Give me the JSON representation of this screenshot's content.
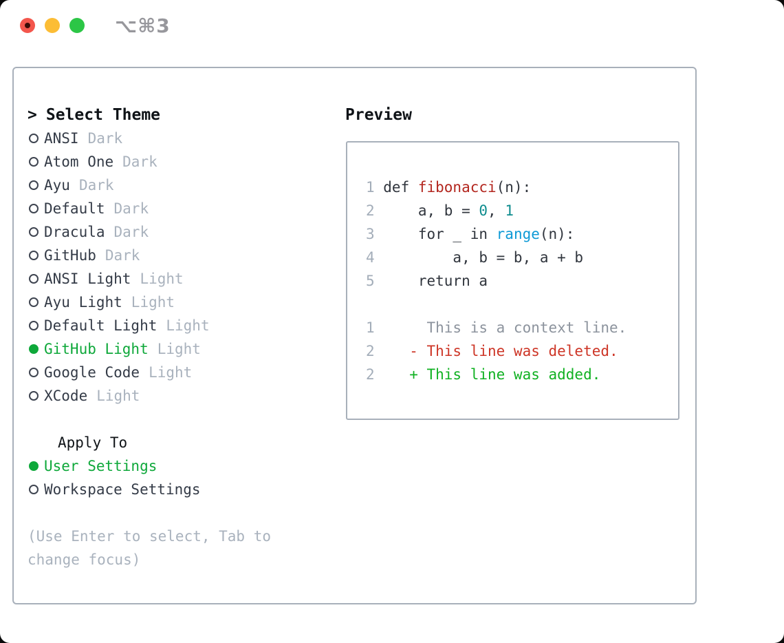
{
  "window": {
    "title_shortcut": "⌥⌘3"
  },
  "theme_panel": {
    "heading_prefix": ">",
    "heading_label": "Select Theme",
    "themes": [
      {
        "name": "ANSI",
        "variant": "Dark",
        "selected": false
      },
      {
        "name": "Atom One",
        "variant": "Dark",
        "selected": false
      },
      {
        "name": "Ayu",
        "variant": "Dark",
        "selected": false
      },
      {
        "name": "Default",
        "variant": "Dark",
        "selected": false
      },
      {
        "name": "Dracula",
        "variant": "Dark",
        "selected": false
      },
      {
        "name": "GitHub",
        "variant": "Dark",
        "selected": false
      },
      {
        "name": "ANSI Light",
        "variant": "Light",
        "selected": false
      },
      {
        "name": "Ayu Light",
        "variant": "Light",
        "selected": false
      },
      {
        "name": "Default Light",
        "variant": "Light",
        "selected": false
      },
      {
        "name": "GitHub Light",
        "variant": "Light",
        "selected": true
      },
      {
        "name": "Google Code",
        "variant": "Light",
        "selected": false
      },
      {
        "name": "XCode",
        "variant": "Light",
        "selected": false
      }
    ],
    "apply_to": {
      "label": "Apply To",
      "options": [
        {
          "name": "User Settings",
          "selected": true
        },
        {
          "name": "Workspace Settings",
          "selected": false
        }
      ]
    },
    "hint": "(Use Enter to select, Tab to change focus)"
  },
  "preview": {
    "label": "Preview",
    "lines": [
      {
        "gutter": "1",
        "tokens": [
          {
            "text": "def ",
            "style": "code"
          },
          {
            "text": "fibonacci",
            "style": "function"
          },
          {
            "text": "(n):",
            "style": "code"
          }
        ]
      },
      {
        "gutter": "2",
        "tokens": [
          {
            "text": "    a, b = ",
            "style": "code"
          },
          {
            "text": "0",
            "style": "number"
          },
          {
            "text": ", ",
            "style": "code"
          },
          {
            "text": "1",
            "style": "number"
          }
        ]
      },
      {
        "gutter": "3",
        "tokens": [
          {
            "text": "    for _ in ",
            "style": "code"
          },
          {
            "text": "range",
            "style": "builtin"
          },
          {
            "text": "(n):",
            "style": "code"
          }
        ]
      },
      {
        "gutter": "4",
        "tokens": [
          {
            "text": "        a, b = b, a + b",
            "style": "code"
          }
        ]
      },
      {
        "gutter": "5",
        "tokens": [
          {
            "text": "    return a",
            "style": "code"
          }
        ]
      },
      {
        "gutter": "",
        "tokens": []
      },
      {
        "gutter": "1",
        "tokens": [
          {
            "text": "     This is a context line.",
            "style": "context"
          }
        ]
      },
      {
        "gutter": "2",
        "tokens": [
          {
            "text": "   - This line was deleted.",
            "style": "deleted"
          }
        ]
      },
      {
        "gutter": "2",
        "tokens": [
          {
            "text": "   + This line was added.",
            "style": "added"
          }
        ]
      }
    ]
  },
  "colors": {
    "selected-green": "#0ea83a",
    "added-green": "#10b122",
    "deleted-red": "#cd3526",
    "context-gray": "#8c939d",
    "function-red": "#b3261e",
    "number-teal": "#0e8c8e",
    "builtin-blue": "#0e9ad6",
    "code-text": "#30353d",
    "line-number": "#a3adb9",
    "item-text": "#343b47",
    "muted-text": "#a9b2bd",
    "heading-text": "#0f1317",
    "hint-text": "#a9b2bd",
    "border-gray": "#a8b0ba",
    "radio-stroke": "#3e4450",
    "title-gray": "#97979c",
    "traffic-red": "#f3564c",
    "traffic-red-dot": "#3c0b05",
    "traffic-yellow": "#fcbd35",
    "traffic-green": "#2cc646"
  }
}
